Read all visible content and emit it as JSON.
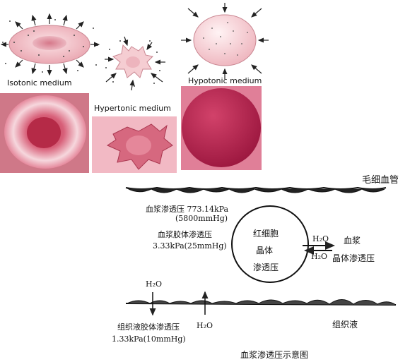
{
  "top": {
    "isotonic_label": "Isotonic medium",
    "hypertonic_label": "Hypertonic medium",
    "hypotonic_label": "Hypotonic medium"
  },
  "diagram": {
    "capillary_label": "毛细血管",
    "plasma_osmotic_line1": "血浆渗透压 773.14kPa",
    "plasma_osmotic_line2": "(5800mmHg)",
    "plasma_colloid_line1": "血浆胶体渗透压",
    "plasma_colloid_line2": "3.33kPa(25mmHg)",
    "cell_line1": "红细胞",
    "cell_line2": "晶体",
    "cell_line3": "渗透压",
    "h2o": "H₂O",
    "plasma": "血浆",
    "crystal_osmotic": "晶体渗透压",
    "tissue_colloid_line1": "组织液胶体渗透压",
    "tissue_colloid_line2": "1.33kPa(10mmHg)",
    "tissue_fluid": "组织液",
    "caption": "血浆渗透压示意图"
  }
}
